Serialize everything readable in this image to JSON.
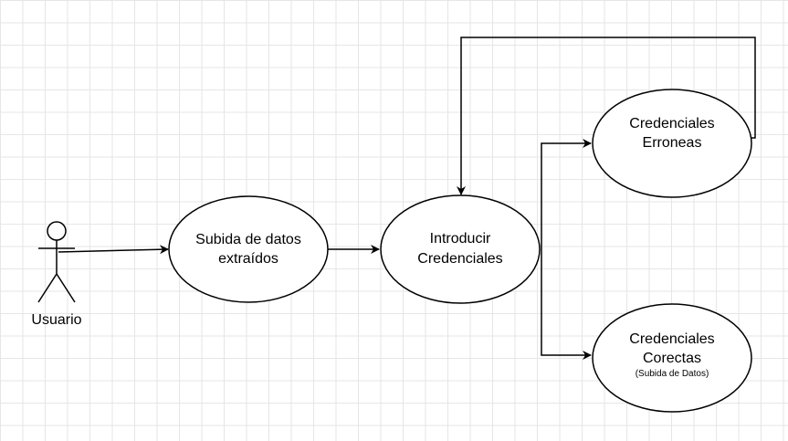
{
  "actor": {
    "label": "Usuario"
  },
  "use_cases": {
    "subida": {
      "line1": "Subida de datos",
      "line2": "extraídos"
    },
    "introducir": {
      "line1": "Introducir",
      "line2": "Credenciales"
    },
    "erroneas": {
      "line1": "Credenciales",
      "line2": "Erroneas"
    },
    "correctas": {
      "line1": "Credenciales",
      "line2": "Corectas",
      "note": "(Subida de Datos)"
    }
  },
  "colors": {
    "stroke": "#000000",
    "fill": "#ffffff",
    "grid": "#e6e6e6"
  }
}
